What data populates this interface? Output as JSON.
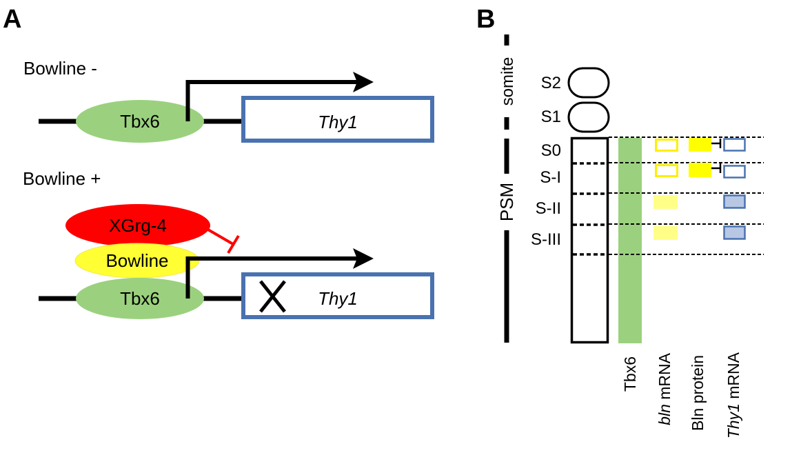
{
  "panel_a": {
    "label": "A",
    "top_condition": "Bowline -",
    "bottom_condition": "Bowline +",
    "tbx6": "Tbx6",
    "gene": "Thy1",
    "xgrg4": "XGrg-4",
    "bowline": "Bowline",
    "colors": {
      "tbx6": "#9bd17e",
      "xgrg4": "#ff0000",
      "bowline": "#ffff33",
      "gene_border": "#4a72b0",
      "inhibit": "#ff0000"
    }
  },
  "panel_b": {
    "label": "B",
    "region_somite": "somite",
    "region_psm": "PSM",
    "stages": [
      "S2",
      "S1",
      "S0",
      "S-I",
      "S-II",
      "S-III"
    ],
    "columns": {
      "tbx6": "Tbx6",
      "bln_mrna_italic": "bln",
      "bln_mrna_rest": " mRNA",
      "bln_protein": "Bln protein",
      "thy1_mrna_italic": "Thy1",
      "thy1_mrna_rest": " mRNA"
    },
    "rows": [
      {
        "stage": "S0",
        "bln_mrna": "outline",
        "bln_protein": "filled",
        "inhibits": true,
        "thy1_mrna": "outline"
      },
      {
        "stage": "S-I",
        "bln_mrna": "outline",
        "bln_protein": "filled",
        "inhibits": true,
        "thy1_mrna": "outline"
      },
      {
        "stage": "S-II",
        "bln_mrna": "pale-filled",
        "bln_protein": "none",
        "inhibits": false,
        "thy1_mrna": "filled"
      },
      {
        "stage": "S-III",
        "bln_mrna": "pale-filled",
        "bln_protein": "none",
        "inhibits": false,
        "thy1_mrna": "filled"
      }
    ],
    "colors": {
      "tbx6": "#9bd17e",
      "bln_outline": "#ffee00",
      "bln_pale": "#ffff88",
      "bln_protein": "#ffff00",
      "thy1_border": "#4a72b0",
      "thy1_fill": "#b8c8e4"
    }
  }
}
